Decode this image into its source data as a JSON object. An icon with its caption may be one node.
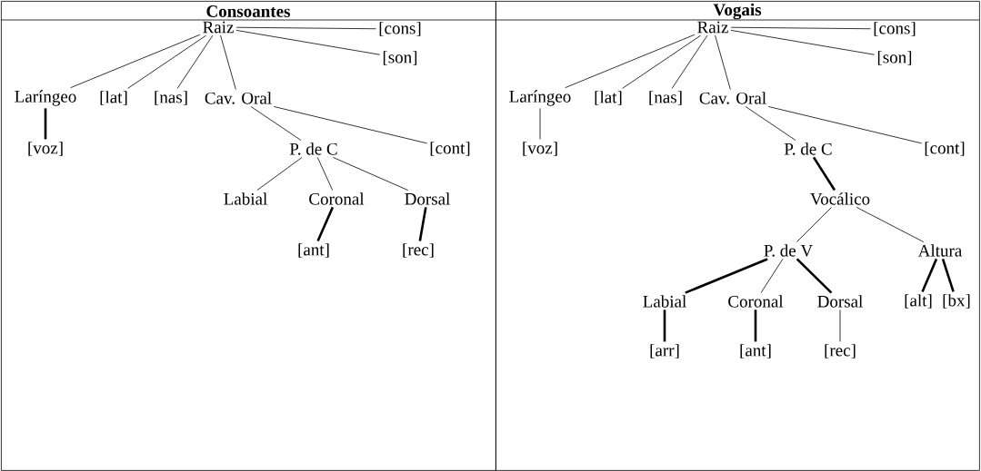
{
  "diagram": {
    "nodes": [
      {
        "text": [
          "Consoantes"
        ]
      },
      {
        "text": [
          "Raiz"
        ],
        "in": 0
      },
      {
        "text": [
          "[cons]"
        ],
        "in": 0
      },
      {
        "text": [
          "[son]"
        ],
        "in": 0
      },
      {
        "text": [
          "Laríngeo"
        ],
        "in": 0
      },
      {
        "text": [
          "[lat]"
        ],
        "in": 0
      },
      {
        "text": [
          "[nas]"
        ],
        "in": 0
      },
      {
        "text": [
          "Cav. Oral"
        ],
        "in": 0
      },
      {
        "text": [
          "[voz]"
        ],
        "in": 0
      },
      {
        "text": [
          "P. de C"
        ],
        "in": 0
      },
      {
        "text": [
          "[cont]"
        ],
        "in": 0
      },
      {
        "text": [
          "Labial"
        ],
        "in": 0
      },
      {
        "text": [
          "Coronal"
        ],
        "in": 0
      },
      {
        "text": [
          "Dorsal"
        ],
        "in": 0
      },
      {
        "text": [
          "[ant]"
        ],
        "in": 0
      },
      {
        "text": [
          "[rec]"
        ],
        "in": 0
      },
      {
        "text": [
          "Vogais"
        ]
      },
      {
        "text": [
          "Raiz"
        ],
        "in": 16
      },
      {
        "text": [
          "[cons]"
        ],
        "in": 16
      },
      {
        "text": [
          "[son]"
        ],
        "in": 16
      },
      {
        "text": [
          "Laríngeo"
        ],
        "in": 16
      },
      {
        "text": [
          "[lat]"
        ],
        "in": 16
      },
      {
        "text": [
          "[nas]"
        ],
        "in": 16
      },
      {
        "text": [
          "Cav. Oral"
        ],
        "in": 16
      },
      {
        "text": [
          "[voz]"
        ],
        "in": 16
      },
      {
        "text": [
          "P. de C"
        ],
        "in": 16
      },
      {
        "text": [
          "[cont]"
        ],
        "in": 16
      },
      {
        "text": [
          "Vocálico"
        ],
        "in": 16
      },
      {
        "text": [
          "P. de V"
        ],
        "in": 16
      },
      {
        "text": [
          "Altura"
        ],
        "in": 16
      },
      {
        "text": [
          "Labial"
        ],
        "in": 16
      },
      {
        "text": [
          "Coronal"
        ],
        "in": 16
      },
      {
        "text": [
          "Dorsal"
        ],
        "in": 16
      },
      {
        "text": [
          "[alt]"
        ],
        "in": 16
      },
      {
        "text": [
          "[bx]"
        ],
        "in": 16
      },
      {
        "text": [
          "[arr]"
        ],
        "in": 16
      },
      {
        "text": [
          "[ant]"
        ],
        "in": 16
      },
      {
        "text": [
          "[rec]"
        ],
        "in": 16
      }
    ],
    "edges": [
      {
        "from": 1,
        "to": 2,
        "arrow": "none"
      },
      {
        "from": 1,
        "to": 3,
        "arrow": "none"
      },
      {
        "from": 1,
        "to": 4,
        "arrow": "none"
      },
      {
        "from": 1,
        "to": 5,
        "arrow": "none"
      },
      {
        "from": 1,
        "to": 6,
        "arrow": "none"
      },
      {
        "from": 1,
        "to": 7,
        "arrow": "none"
      },
      {
        "from": 4,
        "to": 8,
        "arrow": "none",
        "style": "thick"
      },
      {
        "from": 7,
        "to": 9,
        "arrow": "none"
      },
      {
        "from": 7,
        "to": 10,
        "arrow": "none"
      },
      {
        "from": 9,
        "to": 11,
        "arrow": "none"
      },
      {
        "from": 9,
        "to": 12,
        "arrow": "none"
      },
      {
        "from": 9,
        "to": 13,
        "arrow": "none"
      },
      {
        "from": 12,
        "to": 14,
        "arrow": "none",
        "style": "thick"
      },
      {
        "from": 13,
        "to": 15,
        "arrow": "none",
        "style": "thick"
      },
      {
        "from": 17,
        "to": 18,
        "arrow": "none"
      },
      {
        "from": 17,
        "to": 19,
        "arrow": "none"
      },
      {
        "from": 17,
        "to": 20,
        "arrow": "none"
      },
      {
        "from": 17,
        "to": 21,
        "arrow": "none"
      },
      {
        "from": 17,
        "to": 22,
        "arrow": "none"
      },
      {
        "from": 17,
        "to": 23,
        "arrow": "none"
      },
      {
        "from": 20,
        "to": 24,
        "arrow": "none"
      },
      {
        "from": 23,
        "to": 25,
        "arrow": "none"
      },
      {
        "from": 23,
        "to": 26,
        "arrow": "none"
      },
      {
        "from": 25,
        "to": 27,
        "arrow": "none",
        "style": "thick"
      },
      {
        "from": 27,
        "to": 28,
        "arrow": "none"
      },
      {
        "from": 27,
        "to": 29,
        "arrow": "none"
      },
      {
        "from": 28,
        "to": 30,
        "arrow": "none",
        "style": "thick"
      },
      {
        "from": 28,
        "to": 31,
        "arrow": "none"
      },
      {
        "from": 28,
        "to": 32,
        "arrow": "none",
        "style": "thick"
      },
      {
        "from": 29,
        "to": 33,
        "arrow": "none",
        "style": "thick"
      },
      {
        "from": 29,
        "to": 34,
        "arrow": "none",
        "style": "thick"
      },
      {
        "from": 30,
        "to": 35,
        "arrow": "none",
        "style": "thick"
      },
      {
        "from": 31,
        "to": 36,
        "arrow": "none",
        "style": "thick"
      },
      {
        "from": 32,
        "to": 37,
        "arrow": "none"
      }
    ]
  }
}
